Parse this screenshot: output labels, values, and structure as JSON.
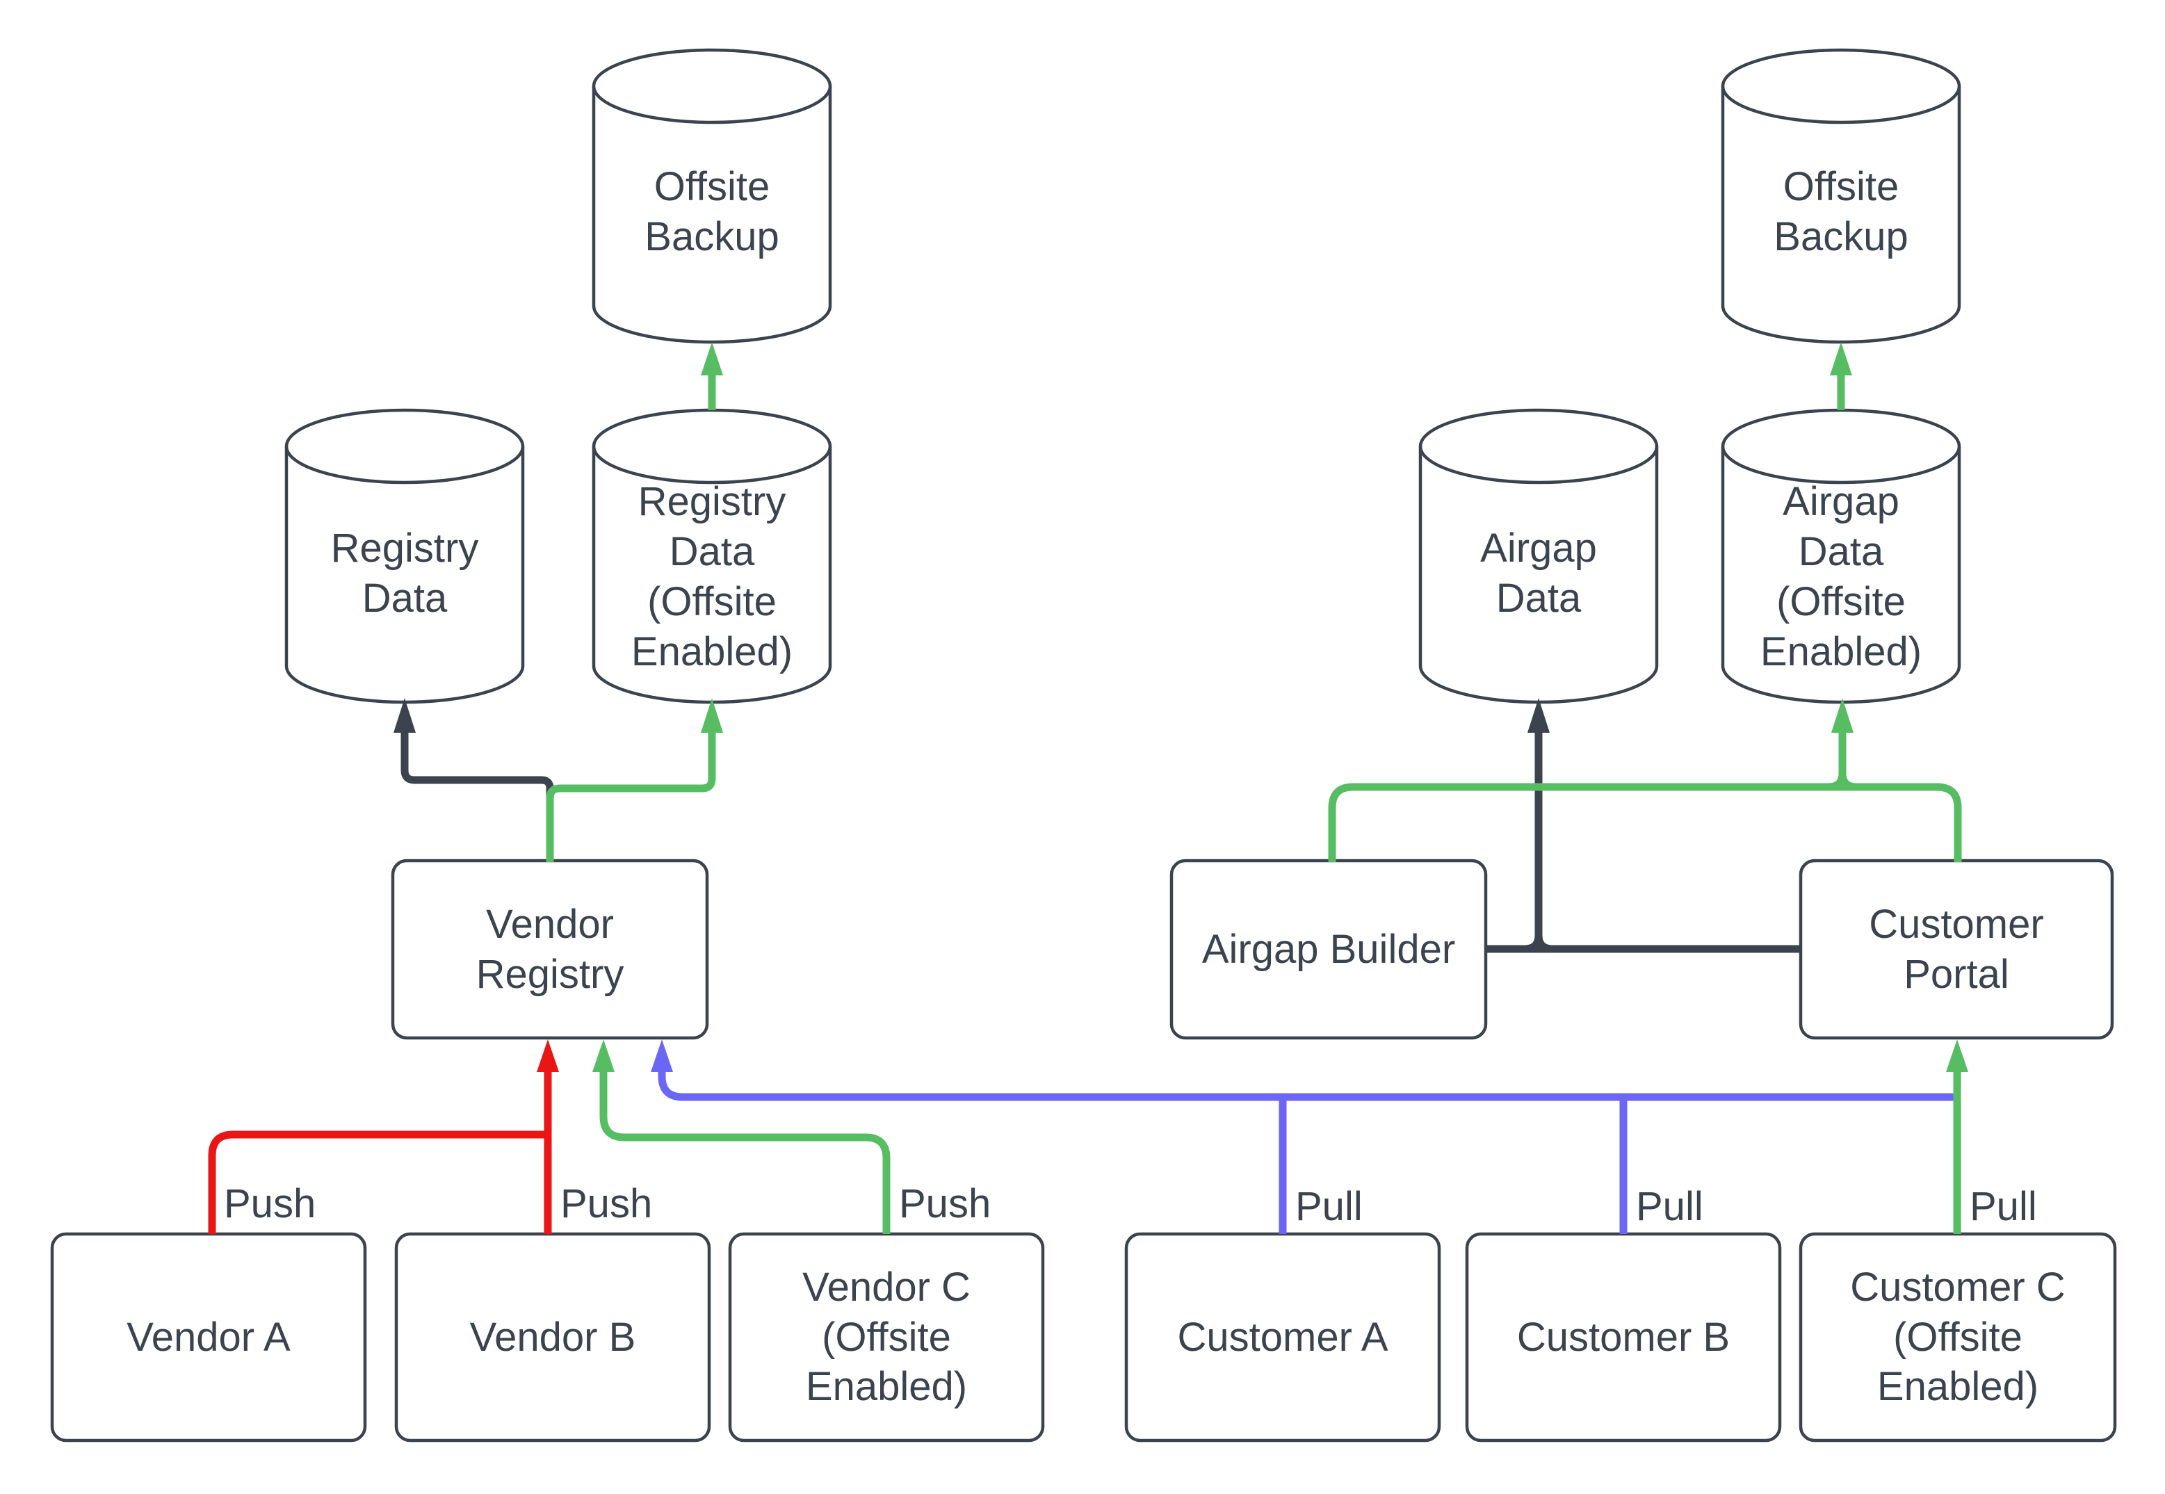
{
  "colors": {
    "dark": "#3a434e",
    "red": "#ea1515",
    "green": "#57bd63",
    "blue": "#6b66f5",
    "background": "#ffffff"
  },
  "nodes": {
    "offsite_backup_left": {
      "label": "Offsite Backup",
      "shape": "cylinder"
    },
    "registry_data": {
      "label": "Registry Data",
      "shape": "cylinder"
    },
    "registry_data_offsite": {
      "label": "Registry Data (Offsite Enabled)",
      "shape": "cylinder"
    },
    "offsite_backup_right": {
      "label": "Offsite Backup",
      "shape": "cylinder"
    },
    "airgap_data": {
      "label": "Airgap Data",
      "shape": "cylinder"
    },
    "airgap_data_offsite": {
      "label": "Airgap Data (Offsite Enabled)",
      "shape": "cylinder"
    },
    "vendor_registry": {
      "label": "Vendor Registry",
      "shape": "box"
    },
    "airgap_builder": {
      "label": "Airgap Builder",
      "shape": "box"
    },
    "customer_portal": {
      "label": "Customer Portal",
      "shape": "box"
    },
    "vendor_a": {
      "label": "Vendor A",
      "shape": "box"
    },
    "vendor_b": {
      "label": "Vendor B",
      "shape": "box"
    },
    "vendor_c": {
      "label": "Vendor C (Offsite Enabled)",
      "shape": "box"
    },
    "customer_a": {
      "label": "Customer A",
      "shape": "box"
    },
    "customer_b": {
      "label": "Customer B",
      "shape": "box"
    },
    "customer_c": {
      "label": "Customer C (Offsite Enabled)",
      "shape": "box"
    }
  },
  "edge_labels": {
    "push_a": "Push",
    "push_b": "Push",
    "push_c": "Push",
    "pull_a": "Pull",
    "pull_b": "Pull",
    "pull_c": "Pull"
  },
  "connections": [
    {
      "from": "Vendor A",
      "to": "Vendor Registry",
      "label": "Push",
      "color": "red"
    },
    {
      "from": "Vendor B",
      "to": "Vendor Registry",
      "label": "Push",
      "color": "red"
    },
    {
      "from": "Vendor C (Offsite Enabled)",
      "to": "Vendor Registry",
      "label": "Push",
      "color": "green"
    },
    {
      "from": "Vendor Registry",
      "to": "Registry Data",
      "color": "dark"
    },
    {
      "from": "Vendor Registry",
      "to": "Registry Data (Offsite Enabled)",
      "color": "green"
    },
    {
      "from": "Registry Data (Offsite Enabled)",
      "to": "Offsite Backup",
      "color": "green"
    },
    {
      "from": "Customer A",
      "to": "Vendor Registry",
      "label": "Pull",
      "color": "blue"
    },
    {
      "from": "Customer B",
      "to": "Vendor Registry",
      "label": "Pull",
      "color": "blue"
    },
    {
      "from": "Customer Portal",
      "to": "Vendor Registry",
      "label": "Pull",
      "color": "blue"
    },
    {
      "from": "Customer C (Offsite Enabled)",
      "to": "Customer Portal",
      "label": "Pull",
      "color": "green"
    },
    {
      "from": "Airgap Builder",
      "to": "Airgap Data",
      "color": "dark"
    },
    {
      "from": "Customer Portal",
      "to": "Airgap Data",
      "color": "dark"
    },
    {
      "from": "Airgap Builder",
      "to": "Airgap Data (Offsite Enabled)",
      "color": "green"
    },
    {
      "from": "Customer Portal",
      "to": "Airgap Data (Offsite Enabled)",
      "color": "green"
    },
    {
      "from": "Airgap Data (Offsite Enabled)",
      "to": "Offsite Backup",
      "color": "green"
    }
  ]
}
